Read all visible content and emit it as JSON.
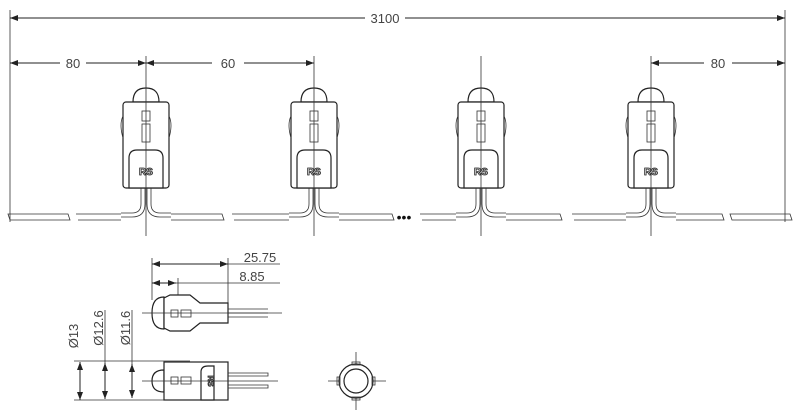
{
  "dimensions": {
    "total_length": "3100",
    "left_offset": "80",
    "pitch": "60",
    "right_offset": "80",
    "overall_led_length": "25.75",
    "lens_length": "8.85",
    "dia_13": "Ø13",
    "dia_12_6": "Ø12.6",
    "dia_11_6": "Ø11.6"
  },
  "logo_text": "RS",
  "continuation_mark": "•••",
  "colors": {
    "line": "#222222",
    "text": "#444444"
  }
}
